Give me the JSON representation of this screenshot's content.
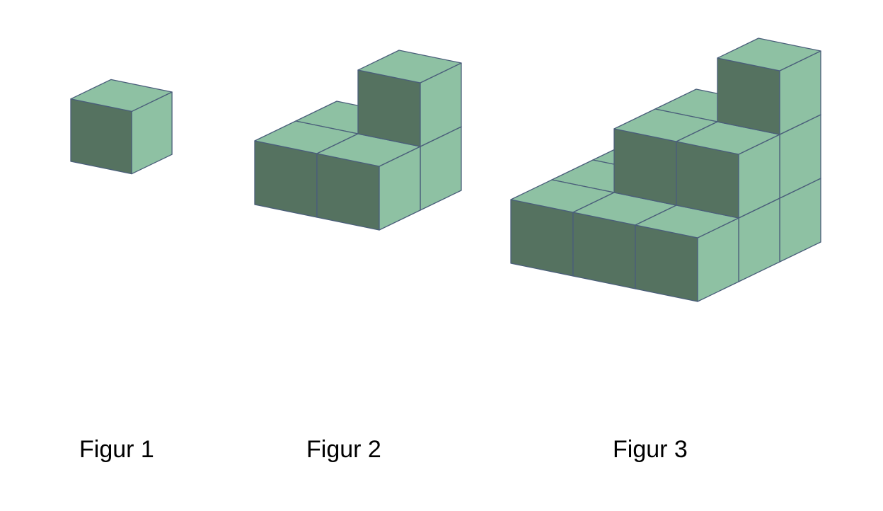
{
  "figures": [
    {
      "label": "Figur 1",
      "layers": 1
    },
    {
      "label": "Figur 2",
      "layers": 2
    },
    {
      "label": "Figur 3",
      "layers": 3
    }
  ],
  "colors": {
    "front": "#557260",
    "side": "#8ec1a3",
    "top": "#8ec1a3",
    "edge": "#4a5e7a"
  }
}
